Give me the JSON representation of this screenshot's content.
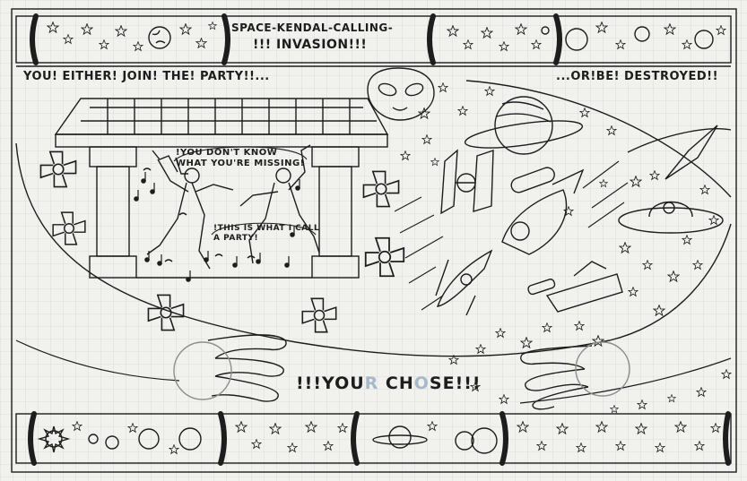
{
  "header": {
    "line1": "SPACE-KENDAL-CALLING-",
    "line2": "!!! INVASION!!!"
  },
  "slogans": {
    "left": "YOU! EITHER! JOIN! THE! PARTY!!...",
    "right": "...OR!BE! DESTROYED!!"
  },
  "speech": {
    "bubble_1": "!YOU DON'T KNOW WHAT YOU'RE MISSING!",
    "bubble_2": "!THIS IS WHAT I CALL A PARTY!"
  },
  "cta": {
    "part1": "!!!YOU",
    "part2": "R",
    "part3": " CH",
    "part4": "O",
    "part5": "SE!!!"
  },
  "colors": {
    "ink": "#1d1d1d",
    "paper": "#f1f1ee",
    "grid": "#d3d6da",
    "faint": "#a7b8c8"
  }
}
